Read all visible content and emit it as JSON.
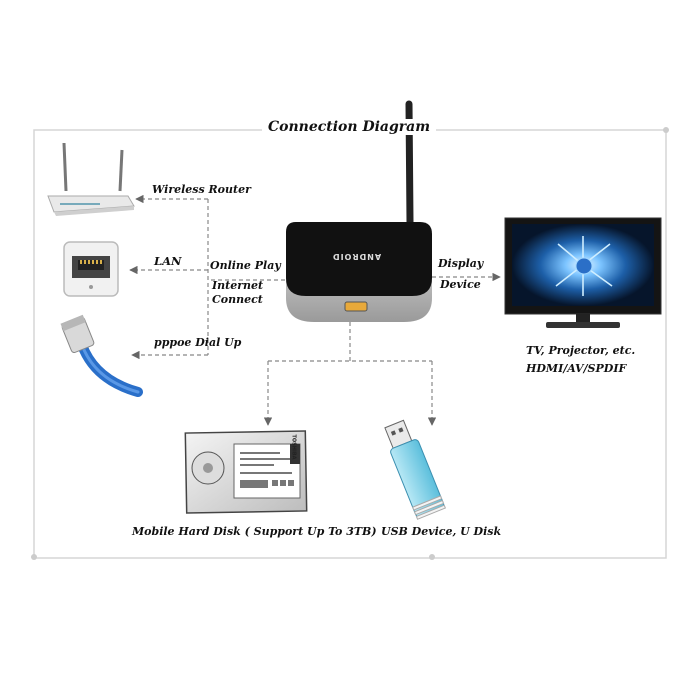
{
  "title": "Connection Diagram",
  "center": {
    "online_play": "Online Play",
    "internet_connect": "Internet\nConnect",
    "box_brand": "ANDROID"
  },
  "sources": {
    "wireless_router": "Wireless Router",
    "lan": "LAN",
    "pppoe": "pppoe Dial Up"
  },
  "display": {
    "label_line1": "Display",
    "label_line2": "Device",
    "caption_line1": "TV, Projector, etc.",
    "caption_line2": "HDMI/AV/SPDIF"
  },
  "storage": {
    "hdd_caption": "Mobile Hard Disk ( Support Up To 3TB)",
    "usb_caption": "USB Device, U Disk",
    "hdd_brand": "TOSHIBA"
  },
  "colors": {
    "frame": "#d6d6d6",
    "dashed_line": "#888888",
    "box_black": "#111111",
    "box_silver": "#c8c8c8",
    "tv_screen_glow": "#3a8fd8",
    "cable_blue": "#2a6fc9",
    "usb_cyan": "#8fd6ea"
  }
}
